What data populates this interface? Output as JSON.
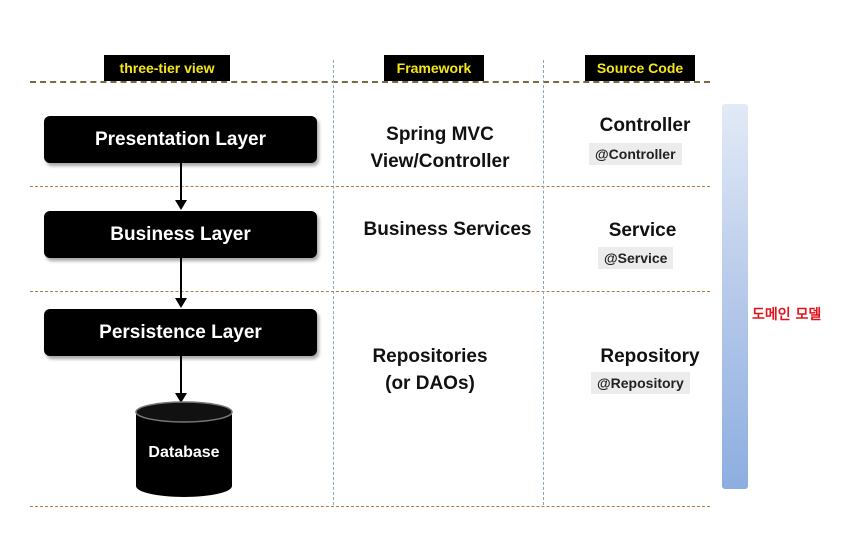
{
  "headers": {
    "tier": "three-tier view",
    "framework": "Framework",
    "source": "Source Code"
  },
  "layers": {
    "presentation": "Presentation Layer",
    "business": "Business Layer",
    "persistence": "Persistence Layer",
    "database": "Database"
  },
  "framework": {
    "presentation_line1": "Spring MVC",
    "presentation_line2": "View/Controller",
    "business": "Business Services",
    "persistence_line1": "Repositories",
    "persistence_line2": "(or DAOs)"
  },
  "source": {
    "controller": "Controller",
    "controller_anno": "@Controller",
    "service": "Service",
    "service_anno": "@Service",
    "repository": "Repository",
    "repository_anno": "@Repository"
  },
  "domain_model": "도메인 모델",
  "colors": {
    "header_bg": "#000000",
    "header_text": "#f5e61a",
    "domain_text": "#e0141c",
    "bar_gradient_top": "#e2eaf6",
    "bar_gradient_bottom": "#8caee0"
  }
}
